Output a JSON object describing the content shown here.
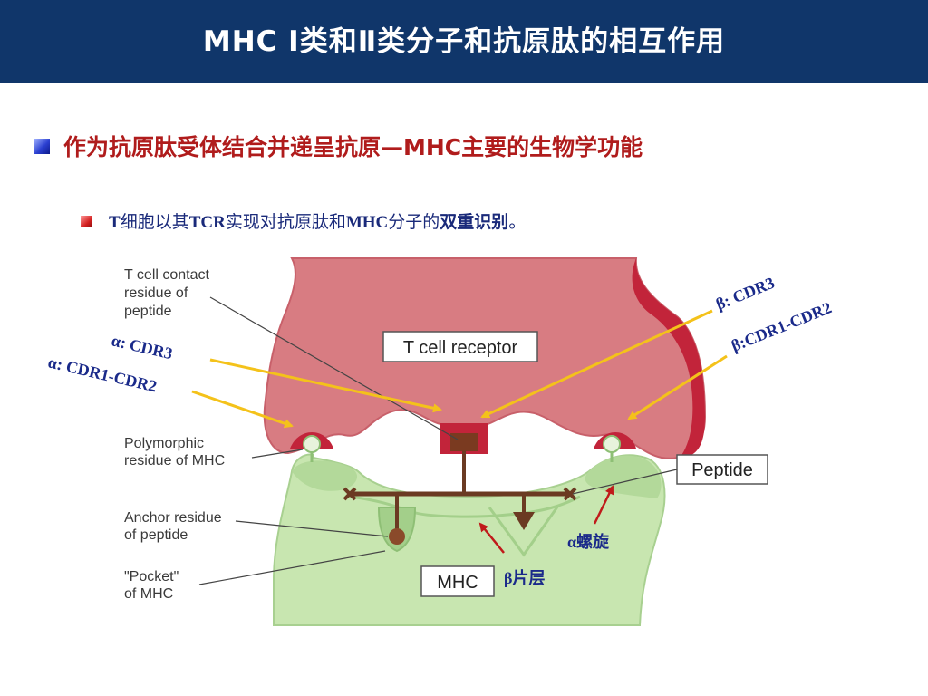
{
  "title": "MHC Ⅰ类和Ⅱ类分子和抗原肽的相互作用",
  "bullet1": "作为抗原肽受体结合并递呈抗原—MHC主要的生物学功能",
  "bullet2": {
    "prefix": "T",
    "part1": "细胞以其",
    "tcr": "TCR",
    "part2": "实现对抗原肽和",
    "mhc": "MHC",
    "part3": "分子的",
    "bold": "双重识别",
    "suffix": "。"
  },
  "diagram": {
    "tcell_contact": [
      "T cell contact",
      "residue of",
      "peptide"
    ],
    "polymorphic": [
      "Polymorphic",
      "residue of MHC"
    ],
    "anchor": [
      "Anchor residue",
      "of peptide"
    ],
    "pocket": [
      "\"Pocket\"",
      "of MHC"
    ],
    "tcr_box": "T cell receptor",
    "peptide_box": "Peptide",
    "mhc_box": "MHC",
    "alpha_cdr3": "α:  CDR3",
    "alpha_cdr12": "α: CDR1-CDR2",
    "beta_cdr3": "β: CDR3",
    "beta_cdr12": "β:CDR1-CDR2",
    "alpha_helix": "α螺旋",
    "beta_sheet": "β片层"
  },
  "colors": {
    "header": "#10366a",
    "tcr_fill": "#d87c82",
    "tcr_edge": "#c2243a",
    "mhc_fill": "#c8e6b0",
    "mhc_dark": "#a3cf8a",
    "arrow_yellow": "#f4c21a",
    "arrow_red": "#c01a1a",
    "peptide_brown": "#6b3a22"
  },
  "icons": {
    "bullet1": "blue-square-bullet-icon",
    "bullet2": "red-square-bullet-icon"
  }
}
